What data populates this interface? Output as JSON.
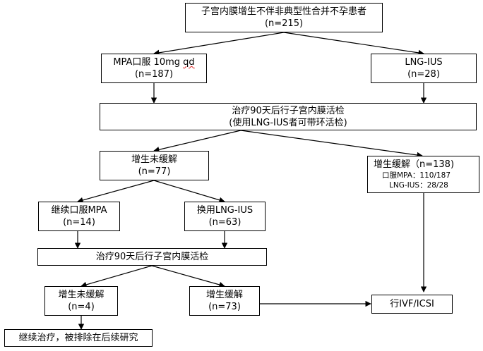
{
  "nodes": {
    "root": {
      "title": "子宫内膜增生不伴非典型性合并不孕患者",
      "n": "(n=215)"
    },
    "mpa": {
      "title_prefix": "MPA口服 10mg ",
      "title_squiggle": "qd",
      "n": "(n=187)"
    },
    "lng": {
      "title": "LNG-IUS",
      "n": "(n=28)"
    },
    "biopsy1": {
      "title": "治疗90天后行子宫内膜活检",
      "subtitle": "(使用LNG-IUS者可带环活检)"
    },
    "unresolved1": {
      "title": "增生未缓解",
      "n": "(n=77)"
    },
    "resolved1": {
      "title": "增生缓解（n=138)",
      "line2": "口服MPA：110/187",
      "line3": "LNG-IUS：28/28"
    },
    "continue_mpa": {
      "title": "继续口服MPA",
      "n": "(n=14)"
    },
    "switch_lng": {
      "title": "换用LNG-IUS",
      "n": "(n=63)"
    },
    "biopsy2": {
      "title": "治疗90天后行子宫内膜活检"
    },
    "unresolved2": {
      "title": "增生未缓解",
      "n": "(n=4)"
    },
    "resolved2": {
      "title": "增生缓解",
      "n": "(n=73)"
    },
    "ivf": {
      "title": "行IVF/ICSI"
    },
    "excluded": {
      "title": "继续治疗，被排除在后续研究"
    }
  }
}
